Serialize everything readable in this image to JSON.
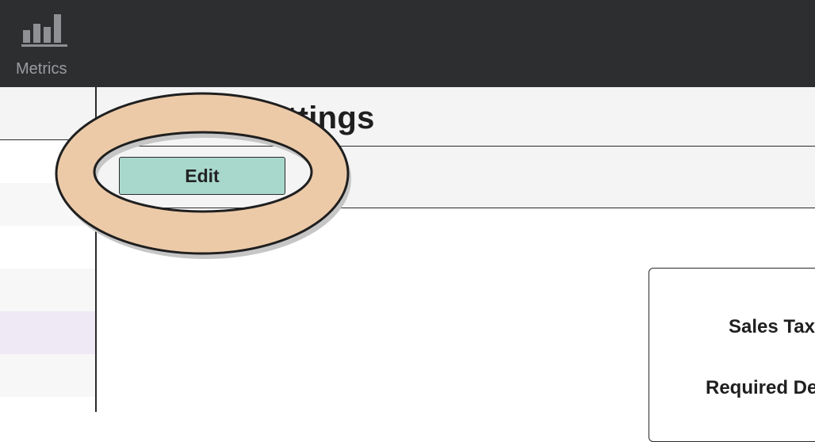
{
  "nav": {
    "metrics_label": "Metrics",
    "metrics_icon": "bar-chart-icon"
  },
  "sidebar": {
    "rows": [
      {
        "background": "#ffffff"
      },
      {
        "background": "#f7f7f7"
      },
      {
        "background": "#ffffff"
      },
      {
        "background": "#f7f7f7"
      },
      {
        "background": "#eee9f4"
      },
      {
        "background": "#f7f7f7"
      }
    ]
  },
  "page": {
    "title": "ttings"
  },
  "toolbar": {
    "edit_label": "Edit"
  },
  "settings": {
    "sales_tax_label": "Sales Tax",
    "required_label": "Required De"
  },
  "colors": {
    "topbar": "#2d2e30",
    "edit_button": "#a8d8cc",
    "highlight_ring": "#eccaa8",
    "selected_row": "#eee9f4"
  }
}
